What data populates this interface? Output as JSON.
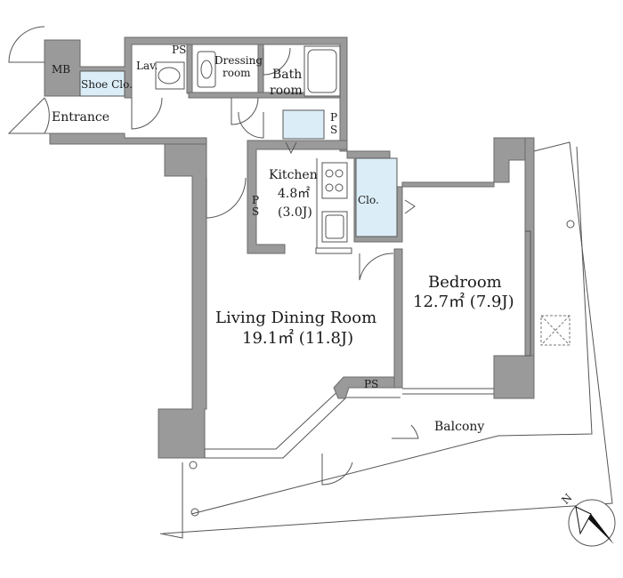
{
  "rooms": {
    "mb": "MB",
    "shoe_closet": "Shoe Clo.",
    "entrance": "Entrance",
    "lavatory": "Lav.",
    "ps_top": "PS",
    "dressing_line1": "Dressing",
    "dressing_line2": "room",
    "bath_line1": "Bath",
    "bath_line2": "room",
    "ps_right_1": "P",
    "ps_right_2": "S",
    "kitchen": "Kitchen",
    "kitchen_area": "4.8㎡",
    "kitchen_jo": "(3.0J)",
    "ps_kitchen_1": "P",
    "ps_kitchen_2": "S",
    "closet": "Clo.",
    "bedroom": "Bedroom",
    "bedroom_area": "12.7㎡ (7.9J)",
    "living": "Living Dining Room",
    "living_area": "19.1㎡ (11.8J)",
    "ps_bottom": "PS",
    "balcony": "Balcony"
  },
  "compass": {
    "north_label": "N",
    "icon": "compass-icon"
  },
  "colors": {
    "wall": "#9a9a9a",
    "wall_stroke": "#6b6b6b",
    "closet_fill": "#dbeef8",
    "line": "#555555"
  }
}
